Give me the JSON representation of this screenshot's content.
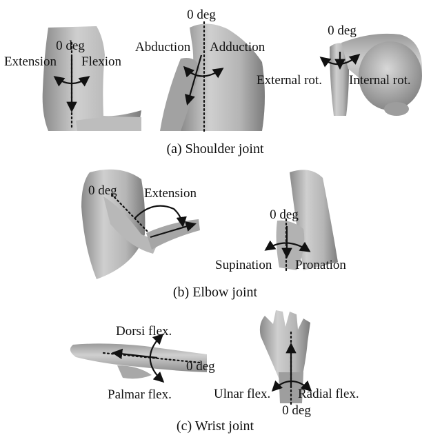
{
  "panels": {
    "shoulder": {
      "caption": "(a) Shoulder joint",
      "views": {
        "flexion": {
          "zero": "0 deg",
          "left": "Extension",
          "right": "Flexion"
        },
        "abduction": {
          "zero": "0 deg",
          "left": "Abduction",
          "right": "Adduction"
        },
        "rotation": {
          "zero": "0 deg",
          "left": "External rot.",
          "right": "Internal rot."
        }
      }
    },
    "elbow": {
      "caption": "(b) Elbow joint",
      "views": {
        "extension": {
          "zero": "0 deg",
          "motion": "Extension"
        },
        "pronation": {
          "zero": "0 deg",
          "left": "Supination",
          "right": "Pronation"
        }
      }
    },
    "wrist": {
      "caption": "(c) Wrist joint",
      "views": {
        "dorsi": {
          "zero": "0 deg",
          "top": "Dorsi flex.",
          "bottom": "Palmar flex."
        },
        "ulnar": {
          "zero": "0 deg",
          "left": "Ulnar flex.",
          "right": "Radial flex."
        }
      }
    }
  },
  "colors": {
    "model_light": "#d4d4d4",
    "model_mid": "#a9a9a9",
    "model_dark": "#6f6f6f",
    "ink": "#111111"
  }
}
